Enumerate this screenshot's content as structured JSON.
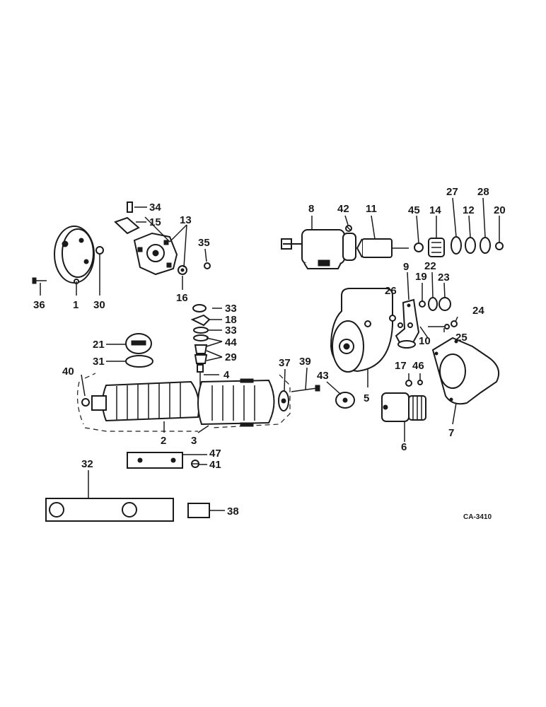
{
  "diagram": {
    "labels": {
      "l1": "1",
      "l2": "2",
      "l3": "3",
      "l4": "4",
      "l5": "5",
      "l6": "6",
      "l7": "7",
      "l8": "8",
      "l9": "9",
      "l10": "10",
      "l11": "11",
      "l12": "12",
      "l13": "13",
      "l14": "14",
      "l15": "15",
      "l16": "16",
      "l17": "17",
      "l18": "18",
      "l19": "19",
      "l20": "20",
      "l21": "21",
      "l22": "22",
      "l23": "23",
      "l24": "24",
      "l25": "25",
      "l26": "26",
      "l27": "27",
      "l28": "28",
      "l29": "29",
      "l30": "30",
      "l31": "31",
      "l32": "32",
      "l33a": "33",
      "l33b": "33",
      "l34": "34",
      "l35": "35",
      "l36": "36",
      "l37": "37",
      "l38": "38",
      "l39": "39",
      "l40": "40",
      "l41": "41",
      "l42": "42",
      "l43": "43",
      "l44": "44",
      "l45": "45",
      "l46": "46",
      "l47": "47"
    },
    "figure_code": "CA-3410"
  }
}
